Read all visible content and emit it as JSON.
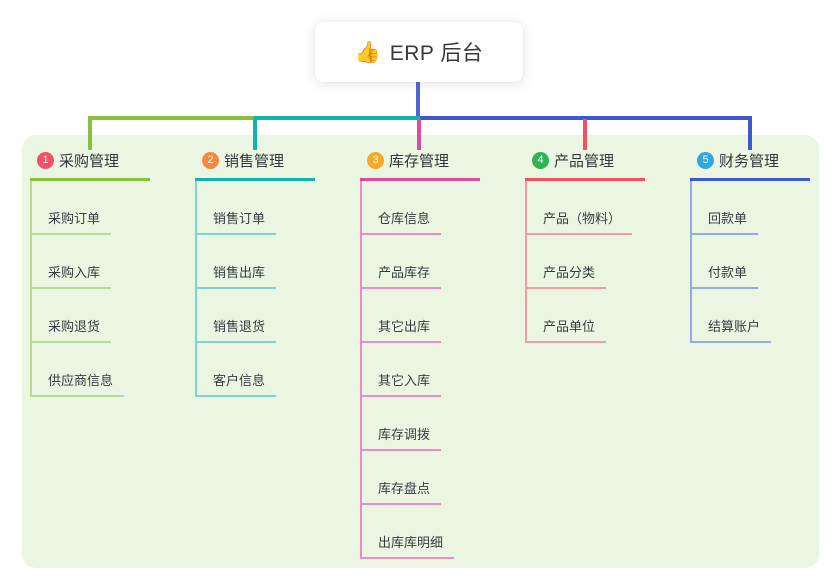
{
  "root": {
    "icon": "👍",
    "label": "ERP 后台",
    "stem_color": "#5365d6"
  },
  "panel": {
    "background": "#ebf6e2"
  },
  "branches": [
    {
      "number": "1",
      "label": "采购管理",
      "color": "#87c03d",
      "light_color": "#b7db8f",
      "badge_color": "#f0506a",
      "children": [
        "采购订单",
        "采购入库",
        "采购退货",
        "供应商信息"
      ]
    },
    {
      "number": "2",
      "label": "销售管理",
      "color": "#12b2ae",
      "light_color": "#7fd4cf",
      "badge_color": "#f5893b",
      "children": [
        "销售订单",
        "销售出库",
        "销售退货",
        "客户信息"
      ]
    },
    {
      "number": "3",
      "label": "库存管理",
      "color": "#e04a9c",
      "light_color": "#ef8ac3",
      "badge_color": "#f7a92a",
      "children": [
        "仓库信息",
        "产品库存",
        "其它出库",
        "其它入库",
        "库存调拨",
        "库存盘点",
        "出库库明细"
      ]
    },
    {
      "number": "4",
      "label": "产品管理",
      "color": "#f2515f",
      "light_color": "#f899a1",
      "badge_color": "#2eb451",
      "children": [
        "产品（物料）",
        "产品分类",
        "产品单位"
      ]
    },
    {
      "number": "5",
      "label": "财务管理",
      "color": "#3e58d0",
      "light_color": "#92abe8",
      "badge_color": "#2fa8df",
      "children": [
        "回款单",
        "付款单",
        "结算账户"
      ]
    }
  ]
}
